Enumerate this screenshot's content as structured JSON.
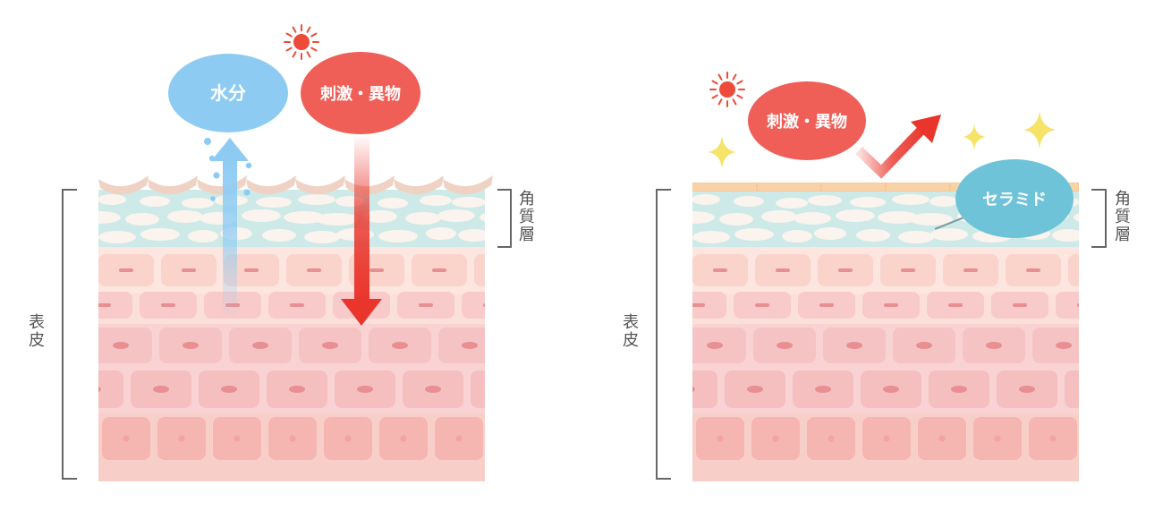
{
  "labels": {
    "moisture": "水分",
    "irritants": "刺激・異物",
    "ceramide": "セラミド",
    "stratum_corneum": "角質層",
    "epidermis": "表皮"
  },
  "colors": {
    "moisture_bubble": "#8DCBF3",
    "irritant_bubble": "#EF5F58",
    "ceramide_bubble": "#6FC3D8",
    "stratum_corneum": "#CDEAE8",
    "stratum_corneum_damaged_scale": "#EFD2C3",
    "stratum_corneum_healthy_surface": "#F6C998",
    "epidermis_light": "#FBE0DA",
    "epidermis_pink": "#F6C3C4",
    "epidermis_deep": "#F5B5B1",
    "cell_nucleus": "#E88F92",
    "red_arrow": "#E9352C",
    "blue_arrow": "#8DCBF3",
    "sun": "#EE4A3A",
    "sparkle": "#F5E36A",
    "bracket": "#666666"
  },
  "icons": [
    "sun-icon",
    "sparkle-icon",
    "water-droplet-icon",
    "arrow-down-icon",
    "arrow-up-icon",
    "deflect-arrow-icon"
  ]
}
